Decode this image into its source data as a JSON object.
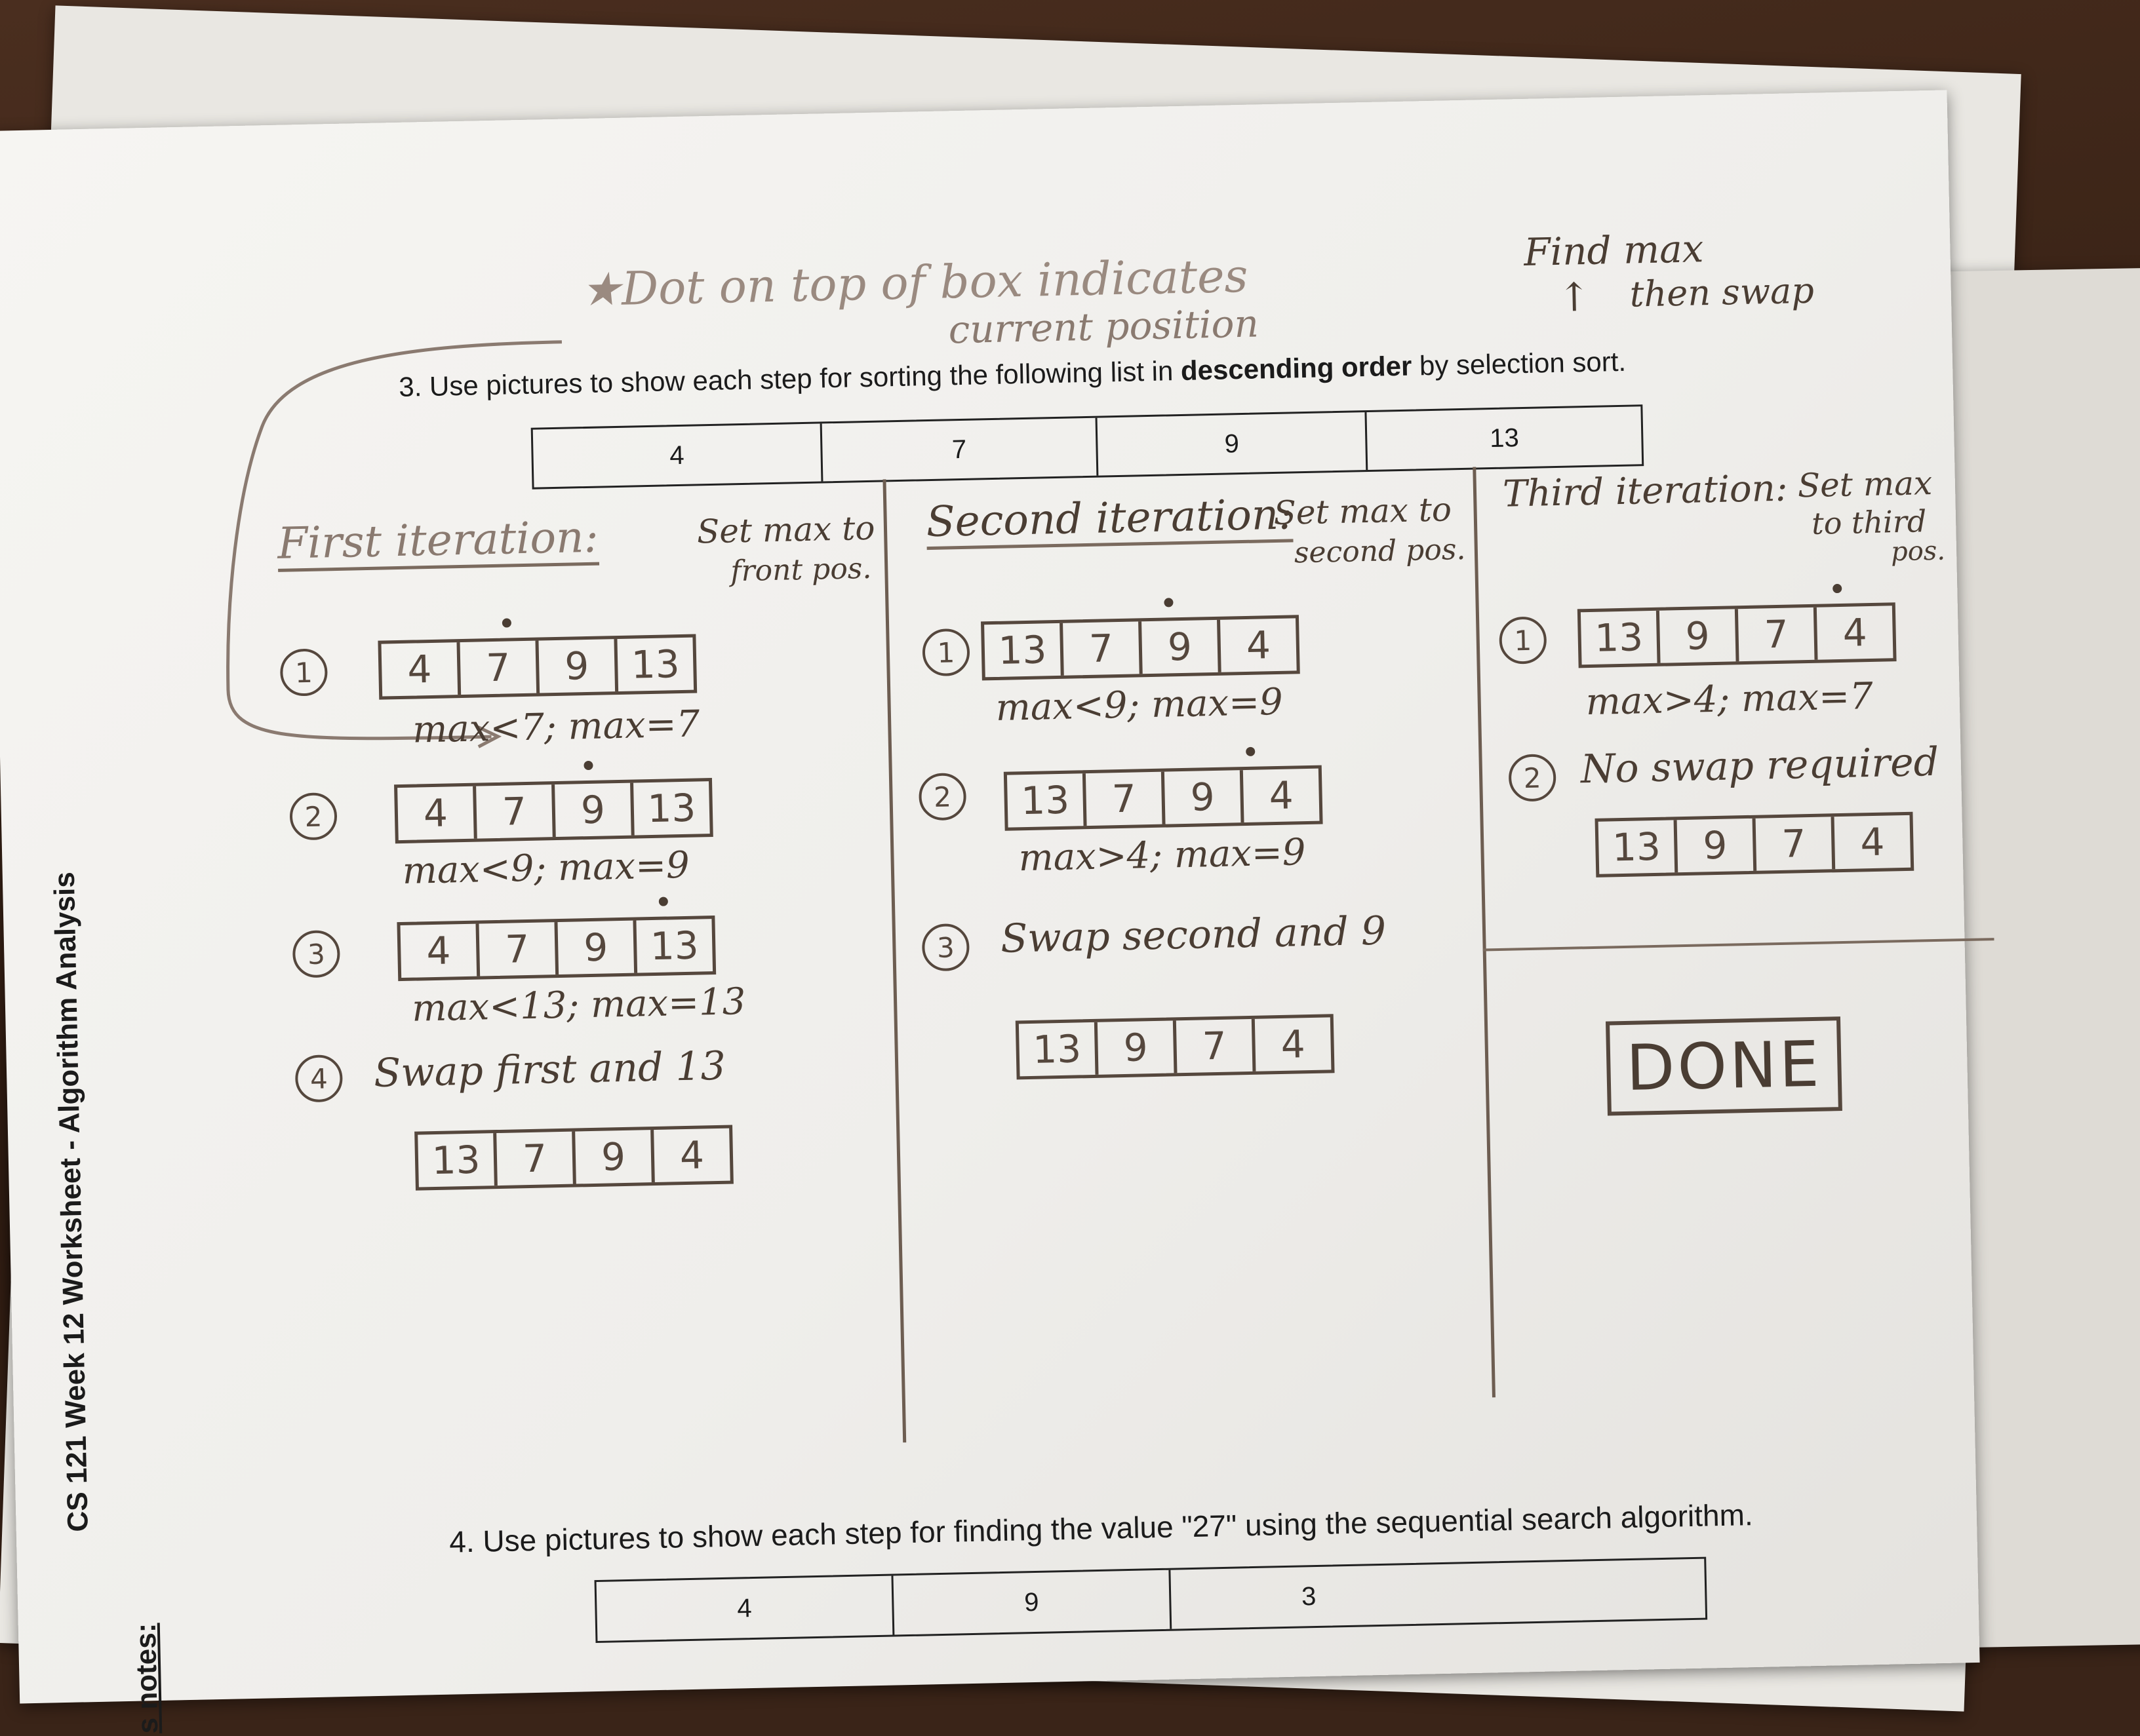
{
  "side": {
    "title": "CS 121 Week 12 Worksheet - Algorithm Analysis",
    "notes": "s notes:"
  },
  "annotations": {
    "dot_note_line1": "★Dot on top of box indicates",
    "dot_note_line2": "current position",
    "find_max_line1": "Find max",
    "find_max_line2": "then swap",
    "find_arrow": "↑"
  },
  "question3": {
    "prefix": "3. Use pictures to show each step for sorting the following list in ",
    "bold": "descending order",
    "suffix": " by selection sort.",
    "list": [
      "4",
      "7",
      "9",
      "13"
    ]
  },
  "first": {
    "title": "First iteration:",
    "note_line1": "Set max to",
    "note_line2": "front pos.",
    "steps": [
      {
        "num": "1",
        "boxes": [
          "4",
          "7",
          "9",
          "13"
        ],
        "text": "max<7; max=7"
      },
      {
        "num": "2",
        "boxes": [
          "4",
          "7",
          "9",
          "13"
        ],
        "text": "max<9; max=9"
      },
      {
        "num": "3",
        "boxes": [
          "4",
          "7",
          "9",
          "13"
        ],
        "text": "max<13; max=13"
      },
      {
        "num": "4",
        "text": "Swap first and 13",
        "boxes": [
          "13",
          "7",
          "9",
          "4"
        ]
      }
    ]
  },
  "second": {
    "title": "Second iteration:",
    "note_line1": "Set max to",
    "note_line2": "second pos.",
    "steps": [
      {
        "num": "1",
        "boxes": [
          "13",
          "7",
          "9",
          "4"
        ],
        "text": "max<9; max=9"
      },
      {
        "num": "2",
        "boxes": [
          "13",
          "7",
          "9",
          "4"
        ],
        "text": "max>4; max=9"
      },
      {
        "num": "3",
        "text": "Swap second and 9",
        "boxes": [
          "13",
          "9",
          "7",
          "4"
        ]
      }
    ]
  },
  "third": {
    "title": "Third iteration:",
    "note_line1": "Set max",
    "note_line2": "to third",
    "note_line3": "pos.",
    "steps": [
      {
        "num": "1",
        "boxes": [
          "13",
          "9",
          "7",
          "4"
        ],
        "text": "max>4; max=7"
      },
      {
        "num": "2",
        "text": "No swap required",
        "boxes": [
          "13",
          "9",
          "7",
          "4"
        ]
      }
    ],
    "done": "DONE"
  },
  "question4": {
    "text": "4. Use pictures to show each step for finding the value \"27\" using the sequential search algorithm.",
    "list": [
      "4",
      "9",
      "3"
    ]
  }
}
